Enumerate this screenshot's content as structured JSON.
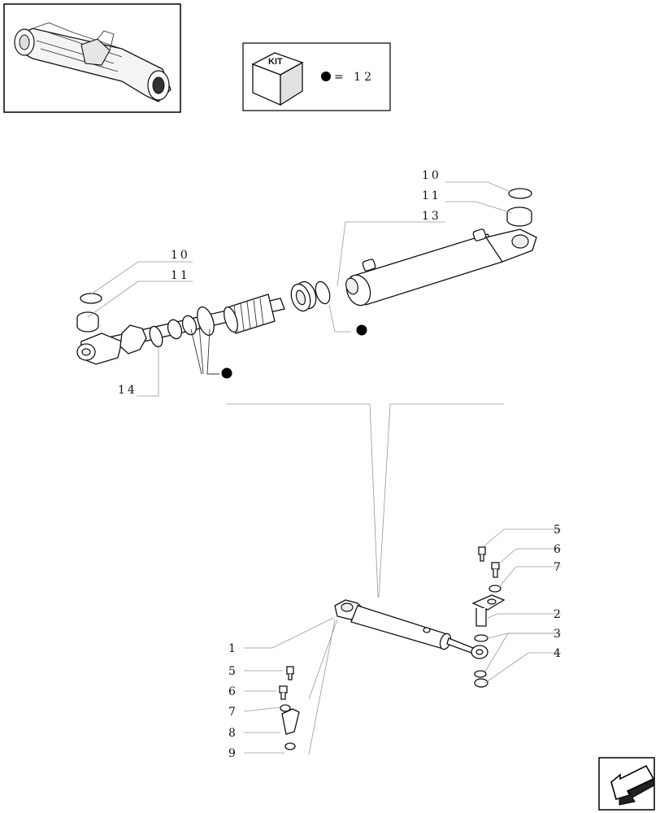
{
  "kit_box": {
    "kit_label": "KIT",
    "equation": "= 12"
  },
  "exploded_view": {
    "labels": {
      "l10": "10",
      "l11": "11",
      "l13": "13",
      "r10": "10",
      "r11": "11",
      "l14": "14"
    }
  },
  "assembly_view": {
    "labels": {
      "p1": "1",
      "p2": "2",
      "p3": "3",
      "p4": "4",
      "p5a": "5",
      "p6a": "6",
      "p7a": "7",
      "p5b": "5",
      "p6b": "6",
      "p7b": "7",
      "p8": "8",
      "p9": "9"
    }
  },
  "icons": {
    "thumbnail": "axle-assembly-icon",
    "navigation": "next-page-arrow-icon"
  }
}
